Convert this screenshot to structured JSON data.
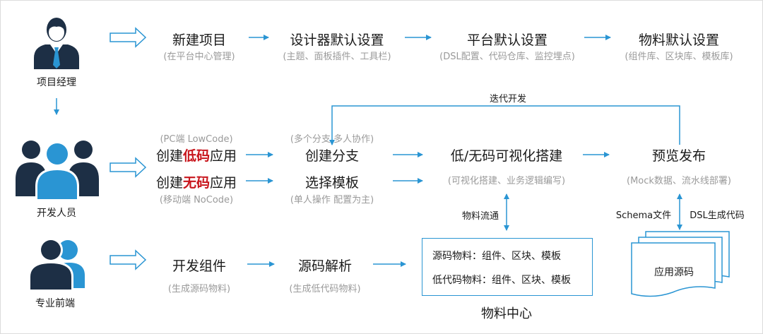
{
  "roles": {
    "pm": "项目经理",
    "dev": "开发人员",
    "pro": "专业前端"
  },
  "row1": {
    "step1": {
      "title": "新建项目",
      "sub": "(在平台中心管理)"
    },
    "step2": {
      "title": "设计器默认设置",
      "sub": "(主题、面板插件、工具栏)"
    },
    "step3": {
      "title": "平台默认设置",
      "sub": "(DSL配置、代码仓库、监控埋点)"
    },
    "step4": {
      "title": "物料默认设置",
      "sub": "(组件库、区块库、模板库)"
    }
  },
  "row2": {
    "pc_note": "(PC端 LowCode)",
    "create_low_pre": "创建",
    "create_low_hl": "低码",
    "create_low_post": "应用",
    "create_no_pre": "创建",
    "create_no_hl": "无码",
    "create_no_post": "应用",
    "mobile_note": "(移动端 NoCode)",
    "branch_note": "(多个分支  多人协作)",
    "branch_title": "创建分支",
    "template_title": "选择模板",
    "template_note": "(单人操作  配置为主)",
    "build_title": "低/无码可视化搭建",
    "build_note": "(可视化搭建、业务逻辑编写)",
    "publish_title": "预览发布",
    "publish_note": "(Mock数据、流水线部署)",
    "iterate_label": "迭代开发",
    "material_flow": "物料流通",
    "schema_label": "Schema文件",
    "dsl_label": "DSL生成代码",
    "app_source": "应用源码"
  },
  "row3": {
    "step1": {
      "title": "开发组件",
      "sub": "(生成源码物料)"
    },
    "step2": {
      "title": "源码解析",
      "sub": "(生成低代码物料)"
    },
    "material_center": {
      "line1": "源码物料：组件、区块、模板",
      "line2": "低代码物料：组件、区块、模板",
      "caption": "物料中心"
    }
  },
  "colors": {
    "accent": "#2a95d3",
    "icon_dark": "#1d2f45",
    "icon_light": "#2a95d3",
    "highlight": "#c8161d"
  }
}
